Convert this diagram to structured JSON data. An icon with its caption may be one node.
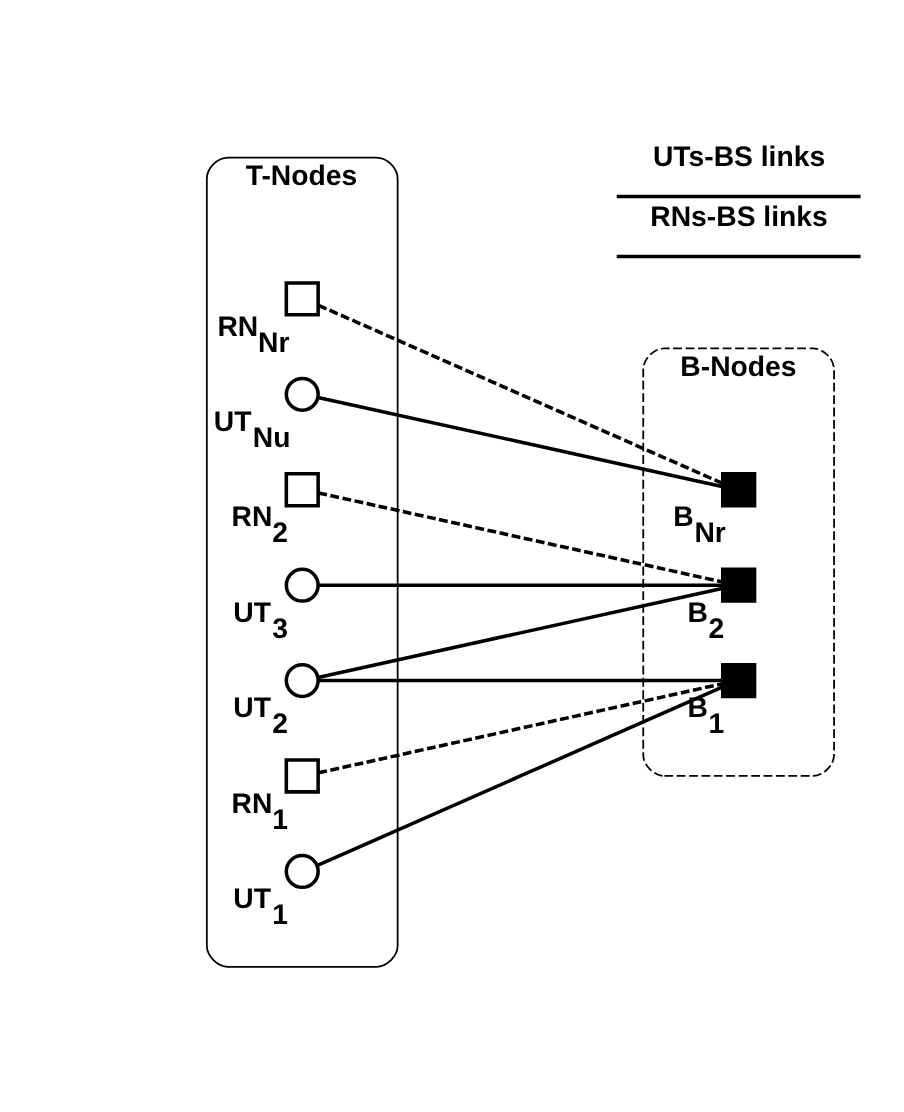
{
  "diagram": {
    "nodes": [
      {
        "text": [
          "T-Nodes"
        ]
      },
      {
        "text": [],
        "shape": "circle",
        "beside": [
          "UT$_{1}$"
        ],
        "in": 0
      },
      {
        "text": [],
        "shape": "circle",
        "beside": [
          "UT$_{2}$"
        ],
        "in": 0
      },
      {
        "text": [],
        "shape": "circle",
        "beside": [
          "UT$_{3}$"
        ],
        "in": 0
      },
      {
        "text": [],
        "shape": "circle",
        "beside": [
          "UT$_{Nu}$"
        ],
        "in": 0
      },
      {
        "text": [],
        "shape": "box",
        "beside": [
          "RN$_{1}$"
        ],
        "in": 0
      },
      {
        "text": [],
        "shape": "box",
        "beside": [
          "RN$_{2}$"
        ],
        "in": 0
      },
      {
        "text": [],
        "shape": "box",
        "beside": [
          "RN$_{Nr}$"
        ],
        "in": 0
      },
      {
        "text": [
          "B-Nodes"
        ]
      },
      {
        "text": [],
        "shape": "box",
        "beside": [
          "B$_{1}$"
        ],
        "in": 8
      },
      {
        "text": [],
        "shape": "box",
        "beside": [
          "B$_{2}$"
        ],
        "in": 8
      },
      {
        "text": [],
        "shape": "box",
        "beside": [
          "B$_{Nr}$"
        ],
        "in": 8
      }
    ],
    "edges": [
      {
        "from": 1,
        "to": 9,
        "arrow": "none"
      },
      {
        "from": 2,
        "to": 9,
        "arrow": "none"
      },
      {
        "from": 2,
        "to": 10,
        "arrow": "none"
      },
      {
        "from": 3,
        "to": 10,
        "arrow": "none"
      },
      {
        "from": 4,
        "to": 11,
        "arrow": "none"
      },
      {
        "from": 5,
        "to": 9,
        "arrow": "none",
        "style": "dashed"
      },
      {
        "from": 6,
        "to": 10,
        "arrow": "none",
        "style": "dashed"
      },
      {
        "from": 7,
        "to": 11,
        "arrow": "none",
        "style": "dashed"
      }
    ],
    "legend": [
      {
        "text": "UTs-BS links"
      },
      {
        "text": "RNs-BS links"
      }
    ]
  }
}
